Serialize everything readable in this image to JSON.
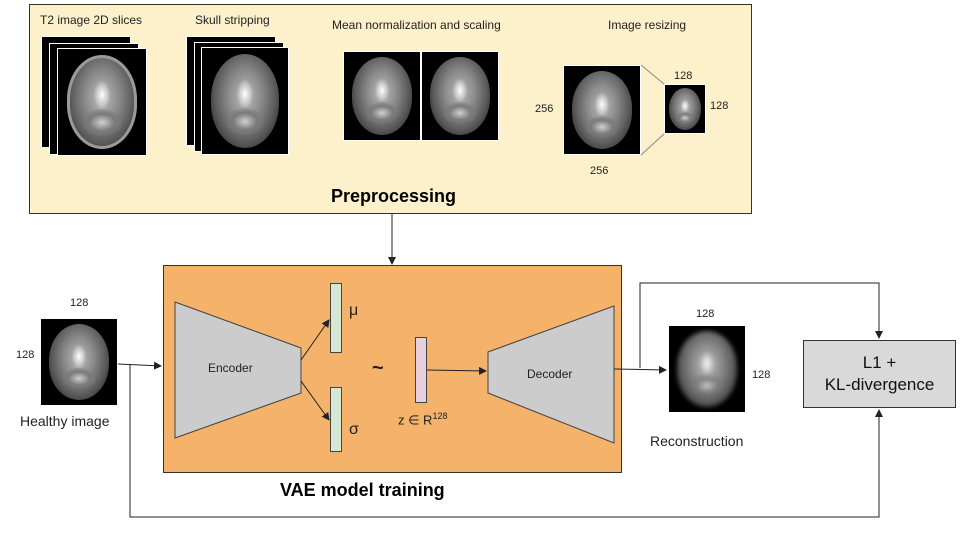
{
  "preprocessing": {
    "title": "Preprocessing",
    "steps": [
      {
        "label": "T2 image 2D slices"
      },
      {
        "label": "Skull stripping"
      },
      {
        "label": "Mean normalization and scaling"
      },
      {
        "label": "Image resizing"
      }
    ],
    "resize": {
      "in_w": "256",
      "in_h": "256",
      "out_w": "128",
      "out_h": "128"
    }
  },
  "vae": {
    "title": "VAE model training",
    "encoder": "Encoder",
    "decoder": "Decoder",
    "mu": "μ",
    "sigma": "σ",
    "tilde": "~",
    "z_label": "z ∈ R",
    "z_dim": "128"
  },
  "input": {
    "label": "Healthy image",
    "w": "128",
    "h": "128"
  },
  "output": {
    "label": "Reconstruction",
    "w": "128",
    "h": "128"
  },
  "loss": {
    "line1": "L1 +",
    "line2": "KL-divergence"
  },
  "colors": {
    "preprocessing_bg": "#fdf1cc",
    "vae_bg": "#f4b26b",
    "latent_mu_sigma": "#d5e8d4",
    "latent_z": "#e6d0de",
    "loss_bg": "#d9d9d9",
    "trapezoid": "#cccccc"
  }
}
